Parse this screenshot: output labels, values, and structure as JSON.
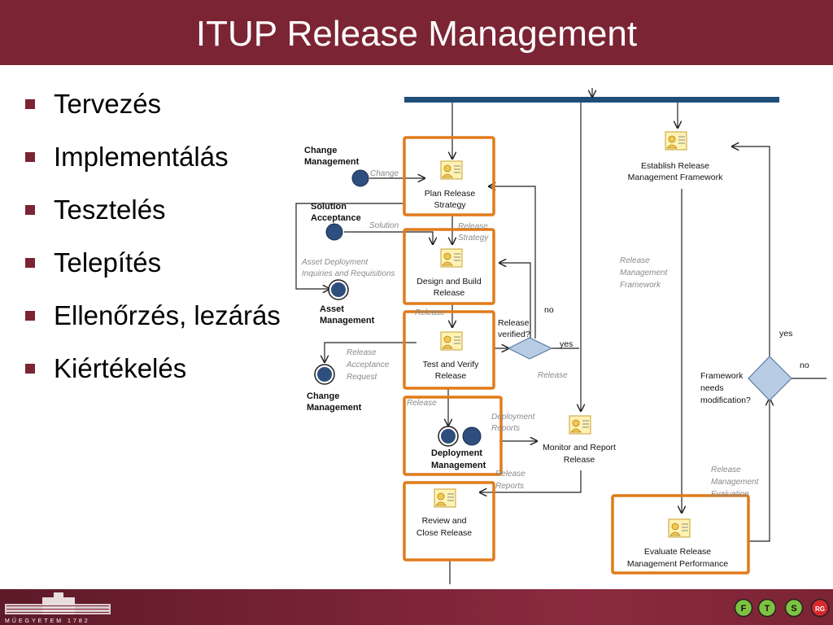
{
  "title": "ITUP Release Management",
  "bullets": [
    "Tervezés",
    "Implementálás",
    "Tesztelés",
    "Telepítés",
    "Ellenőrzés, lezárás",
    "Kiértékelés"
  ],
  "colors": {
    "title_bg": "#7b2434",
    "highlight": "#e07b1a",
    "node_blue": "#2e4f7e",
    "swimlane_bar": "#1f4e79",
    "decision": "#b8cce4"
  },
  "diagram": {
    "processes": [
      {
        "id": "plan",
        "label": [
          "Plan Release",
          "Strategy"
        ]
      },
      {
        "id": "design",
        "label": [
          "Design and Build",
          "Release"
        ]
      },
      {
        "id": "test",
        "label": [
          "Test and Verify",
          "Release"
        ]
      },
      {
        "id": "review",
        "label": [
          "Review and",
          "Close Release"
        ]
      },
      {
        "id": "monitor",
        "label": [
          "Monitor and Report",
          "Release"
        ]
      },
      {
        "id": "establish",
        "label": [
          "Establish Release",
          "Management Framework"
        ]
      },
      {
        "id": "evaluate",
        "label": [
          "Evaluate Release",
          "Management Performance"
        ]
      }
    ],
    "external": {
      "change_mgmt_top": [
        "Change",
        "Management"
      ],
      "solution_acceptance": [
        "Solution",
        "Acceptance"
      ],
      "asset_mgmt": [
        "Asset",
        "Management"
      ],
      "change_mgmt_bottom": [
        "Change",
        "Management"
      ],
      "deployment_mgmt": [
        "Deployment",
        "Management"
      ]
    },
    "flows": {
      "change": "Change",
      "solution": "Solution",
      "release_strategy": [
        "Release",
        "Strategy"
      ],
      "asset_deployment": [
        "Asset Deployment",
        "Inquiries and Requisitions"
      ],
      "release_1": "Release",
      "release_acceptance": [
        "Release",
        "Acceptance",
        "Request"
      ],
      "release_2": "Release",
      "release_3": "Release",
      "deployment_reports": [
        "Deployment",
        "Reports"
      ],
      "release_reports": [
        "Release",
        "Reports"
      ],
      "rm_framework": [
        "Release",
        "Management",
        "Framework"
      ],
      "rm_evaluation": [
        "Release",
        "Management",
        "Evaluation"
      ]
    },
    "decisions": {
      "release_verified": [
        "Release",
        "verified?"
      ],
      "framework_modification": [
        "Framework",
        "needs",
        "modification?"
      ]
    },
    "yes": "yes",
    "no": "no"
  },
  "footer": {
    "logo_text": "MŰEGYETEM 1782",
    "badges": [
      "F",
      "T",
      "S",
      "RG"
    ]
  }
}
